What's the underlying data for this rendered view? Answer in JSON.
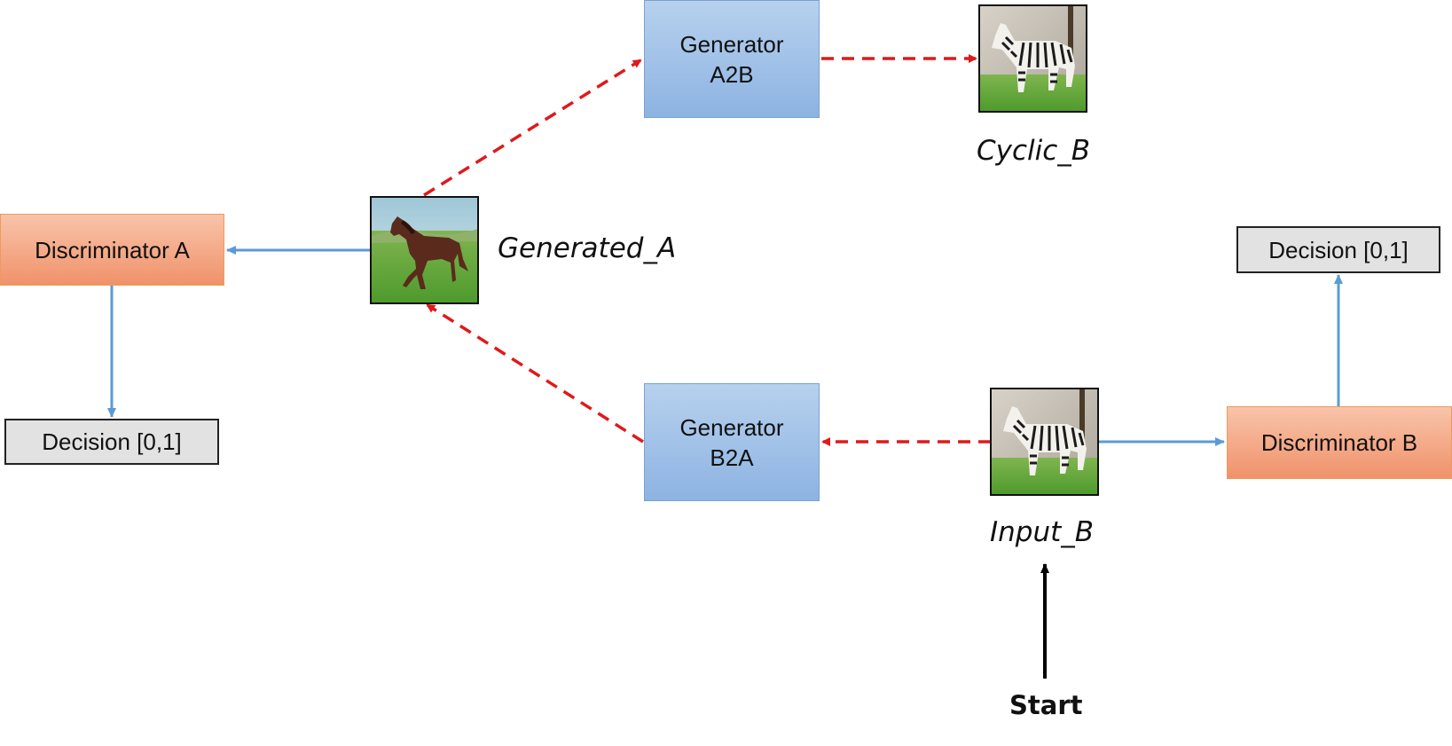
{
  "generators": {
    "a2b": {
      "line1": "Generator",
      "line2": "A2B"
    },
    "b2a": {
      "line1": "Generator",
      "line2": "B2A"
    }
  },
  "discriminators": {
    "a": "Discriminator A",
    "b": "Discriminator B"
  },
  "decisions": {
    "a": "Decision [0,1]",
    "b": "Decision [0,1]"
  },
  "images": {
    "generated_a": {
      "label": "Generated_A",
      "depicts": "horse-image"
    },
    "cyclic_b": {
      "label": "Cyclic_B",
      "depicts": "zebra-image"
    },
    "input_b": {
      "label": "Input_B",
      "depicts": "zebra-image"
    }
  },
  "start_label": "Start",
  "colors": {
    "generator_fill": "#9dbfe8",
    "discriminator_fill": "#f4a882",
    "decision_fill": "#e2e2e2",
    "dashed_arrow": "#e0191a",
    "solid_arrow": "#5b9bd5",
    "start_arrow": "#000000"
  }
}
